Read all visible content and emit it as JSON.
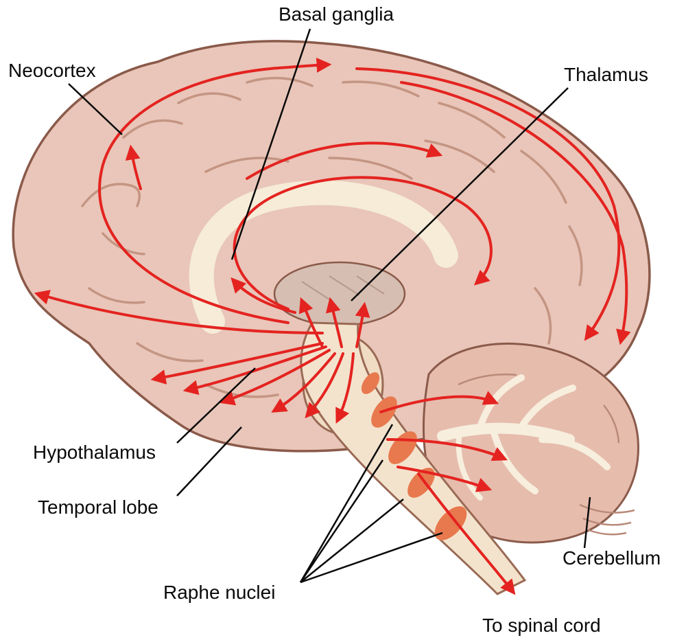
{
  "diagram": {
    "type": "anatomical-brain-sagittal-diagram",
    "labels": {
      "basal_ganglia": "Basal ganglia",
      "neocortex": "Neocortex",
      "thalamus": "Thalamus",
      "hypothalamus": "Hypothalamus",
      "temporal_lobe": "Temporal lobe",
      "raphe_nuclei": "Raphe nuclei",
      "cerebellum": "Cerebellum",
      "to_spinal_cord": "To spinal cord"
    },
    "colors": {
      "pathway_red": "#e42320",
      "nuclei_orange": "#e8794e",
      "cortex_pink": "#e9c6b9",
      "cortex_outline": "#8a5a4a",
      "sulci": "#c0907e",
      "cream": "#f6ecd8",
      "label_black": "#0a0a0a"
    }
  }
}
